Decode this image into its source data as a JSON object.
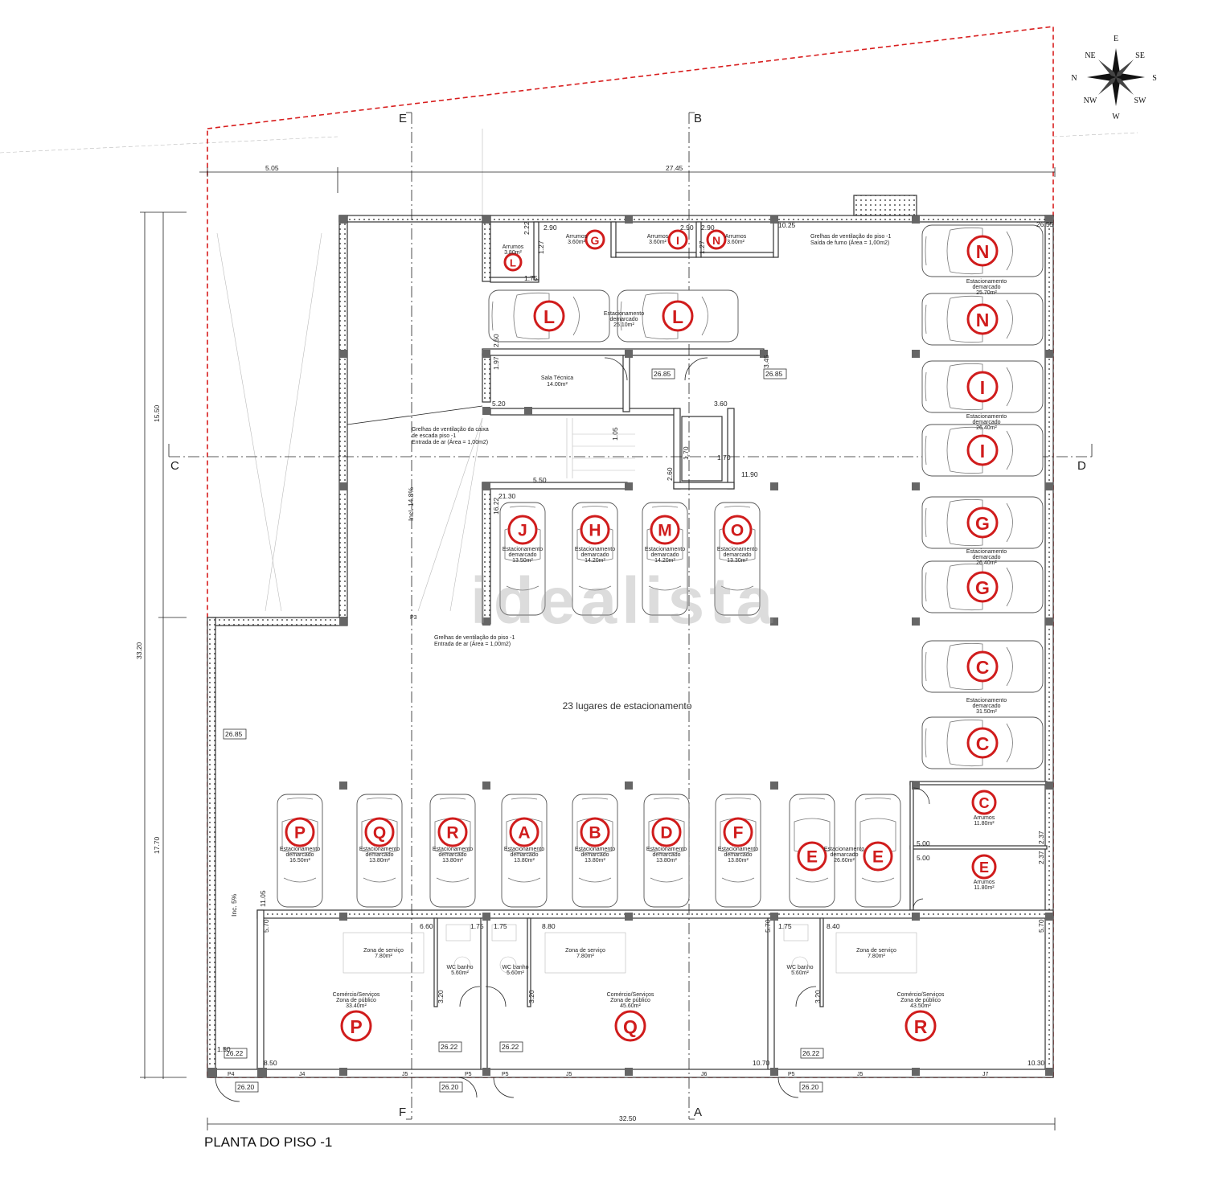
{
  "title": "PLANTA DO PISO -1",
  "watermark": "idealista",
  "parking_total_label": "23 lugares de estacionamento",
  "colors": {
    "badge": "#d01c1c",
    "boundary": "#d81e1e"
  },
  "compass": [
    "E",
    "NE",
    "SE",
    "N",
    "S",
    "NW",
    "SW",
    "W"
  ],
  "axes": [
    "E",
    "B",
    "C",
    "D",
    "F",
    "A"
  ],
  "ramp_labels": [
    "Incl. 14.8%",
    "Inc. 5%"
  ],
  "dimensions": {
    "top_left": "5.05",
    "top_total": "27.45",
    "bottom_total": "32.50",
    "left_upper": "15.50",
    "left_total": "33.20",
    "left_lower": "17.70"
  },
  "level_tags": [
    "26.85",
    "26.85",
    "26.85",
    "26.22",
    "26.22",
    "26.22",
    "26.22",
    "26.20",
    "26.20",
    "26.20",
    "26.55",
    "10.25",
    "11.90"
  ],
  "inner_dims": [
    "2.90",
    "2.22",
    "1.27",
    "1.75",
    "2.90",
    "1.27",
    "2.90",
    "2.50",
    "1.97",
    "3.45",
    "5.20",
    "3.60",
    "1.05",
    "2.60",
    "5.50",
    "21.30",
    "16.22",
    "1.70",
    "1.70",
    "5.00",
    "2.37",
    "5.00",
    "2.37",
    "11.05",
    "5.70",
    "6.60",
    "1.75",
    "1.75",
    "8.80",
    "5.70",
    "1.75",
    "8.40",
    "5.70",
    "3.20",
    "3.20",
    "3.20",
    "1.50",
    "8.50",
    "10.70",
    "10.30"
  ],
  "door_tags": [
    "P4",
    "J4",
    "J5",
    "P5",
    "P5",
    "J5",
    "J6",
    "P5",
    "J5",
    "J7",
    "P3"
  ],
  "notes": [
    "Grelhas de ventilação do piso -1",
    "Saída de fumo (Área = 1,00m2)",
    "Grelhas de ventilação da caixa",
    "de escada piso -1",
    "Entrada de ar (Área = 1,00m2)",
    "Grelhas de ventilação do piso -1",
    "Entrada de ar (Área = 1,00m2)"
  ],
  "storage_rooms": [
    {
      "label": "Arrumos",
      "area": "3.80m²",
      "letter": "L"
    },
    {
      "label": "Arrumos",
      "area": "3.60m²",
      "letter": "G"
    },
    {
      "label": "Arrumos",
      "area": "3.60m²",
      "letter": "I"
    },
    {
      "label": "Arrumos",
      "area": "3.60m²",
      "letter": "N"
    },
    {
      "label": "Arrumos",
      "area": "11.80m²",
      "letter": "C"
    },
    {
      "label": "Arrumos",
      "area": "11.80m²",
      "letter": "E"
    }
  ],
  "technical_room": {
    "label": "Sala Técnica",
    "area": "14.00m²"
  },
  "parking_groups": [
    {
      "label": "Estacionamento",
      "label2": "demarcado",
      "area": "25.10m²"
    },
    {
      "label": "Estacionamento",
      "label2": "demarcado",
      "area": "25.70m²"
    },
    {
      "label": "Estacionamento",
      "label2": "demarcado",
      "area": "26.40m²"
    },
    {
      "label": "Estacionamento",
      "label2": "demarcado",
      "area": "26.40m²"
    },
    {
      "label": "Estacionamento",
      "label2": "demarcado",
      "area": "31.50m²"
    },
    {
      "label": "Estacionamento",
      "label2": "demarcado",
      "area": "13.50m²"
    },
    {
      "label": "Estacionamento",
      "label2": "demarcado",
      "area": "14.20m²"
    },
    {
      "label": "Estacionamento",
      "label2": "demarcado",
      "area": "14.20m²"
    },
    {
      "label": "Estacionamento",
      "label2": "demarcado",
      "area": "13.30m²"
    },
    {
      "label": "Estacionamento",
      "label2": "demarcado",
      "area": "16.50m²"
    },
    {
      "label": "Estacionamento",
      "label2": "demarcado",
      "area": "13.80m²"
    },
    {
      "label": "Estacionamento",
      "label2": "demarcado",
      "area": "13.80m²"
    },
    {
      "label": "Estacionamento",
      "label2": "demarcado",
      "area": "13.80m²"
    },
    {
      "label": "Estacionamento",
      "label2": "demarcado",
      "area": "13.80m²"
    },
    {
      "label": "Estacionamento",
      "label2": "demarcado",
      "area": "13.80m²"
    },
    {
      "label": "Estacionamento",
      "label2": "demarcado",
      "area": "13.80m²"
    },
    {
      "label": "Estacionamento",
      "label2": "demarcado",
      "area": "26.60m²"
    }
  ],
  "cars_horizontal": [
    "L",
    "L",
    "N",
    "N",
    "I",
    "I",
    "G",
    "G",
    "C",
    "C"
  ],
  "cars_vertical_mid": [
    "J",
    "H",
    "M",
    "O"
  ],
  "cars_vertical_bottom": [
    "P",
    "Q",
    "R",
    "A",
    "B",
    "D",
    "F",
    "E",
    "E"
  ],
  "shops": [
    {
      "service": "Zona de serviço",
      "service_area": "7.80m²",
      "wc": "WC banho",
      "wc_area": "5.60m²",
      "name": "Comércio/Serviços",
      "zone": "Zona de público",
      "area": "33.40m²",
      "letter": "P"
    },
    {
      "service": "Zona de serviço",
      "service_area": "7.80m²",
      "wc": "WC banho",
      "wc_area": "5.60m²",
      "name": "Comércio/Serviços",
      "zone": "Zona de público",
      "area": "45.60m²",
      "letter": "Q"
    },
    {
      "service": "Zona de serviço",
      "service_area": "7.80m²",
      "wc": "WC banho",
      "wc_area": "5.60m²",
      "name": "Comércio/Serviços",
      "zone": "Zona de público",
      "area": "43.50m²",
      "letter": "R"
    }
  ]
}
